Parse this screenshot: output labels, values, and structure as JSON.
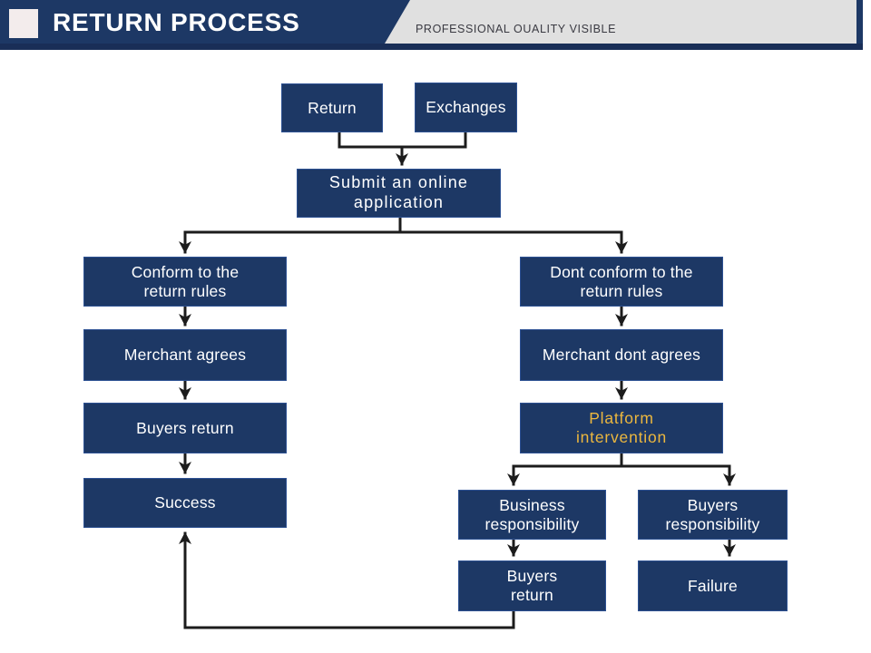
{
  "header": {
    "title": "RETURN PROCESS",
    "tagline": "PROFESSIONAL OUALITY VISIBLE"
  },
  "colors": {
    "navy": "#1D3865",
    "navy_dark": "#192E57",
    "box_border": "#2D5193",
    "gold_text": "#ECB73E",
    "tab_gray": "#E0E0E0",
    "connector": "#1C1C1C",
    "accent_square": "#F3ECEC"
  },
  "nodes": {
    "return": "Return",
    "exchanges": "Exchanges",
    "submit": "Submit an online\napplication",
    "conform": "Conform to the\nreturn rules",
    "dont_conform": "Dont conform to the\nreturn rules",
    "merchant_agrees": "Merchant agrees",
    "merchant_dont_agrees": "Merchant dont agrees",
    "buyers_return": "Buyers return",
    "platform_intervention": "Platform\nintervention",
    "success": "Success",
    "business_responsibility": "Business\nresponsibility",
    "buyers_responsibility": "Buyers\nresponsibility",
    "buyers_return_2": "Buyers\nreturn",
    "failure": "Failure"
  },
  "edges": [
    {
      "from": "return",
      "to": "submit"
    },
    {
      "from": "exchanges",
      "to": "submit"
    },
    {
      "from": "submit",
      "to": "conform"
    },
    {
      "from": "submit",
      "to": "dont_conform"
    },
    {
      "from": "conform",
      "to": "merchant_agrees"
    },
    {
      "from": "merchant_agrees",
      "to": "buyers_return"
    },
    {
      "from": "buyers_return",
      "to": "success"
    },
    {
      "from": "dont_conform",
      "to": "merchant_dont_agrees"
    },
    {
      "from": "merchant_dont_agrees",
      "to": "platform_intervention"
    },
    {
      "from": "platform_intervention",
      "to": "business_responsibility"
    },
    {
      "from": "platform_intervention",
      "to": "buyers_responsibility"
    },
    {
      "from": "business_responsibility",
      "to": "buyers_return_2"
    },
    {
      "from": "buyers_responsibility",
      "to": "failure"
    },
    {
      "from": "buyers_return_2",
      "to": "success"
    }
  ]
}
